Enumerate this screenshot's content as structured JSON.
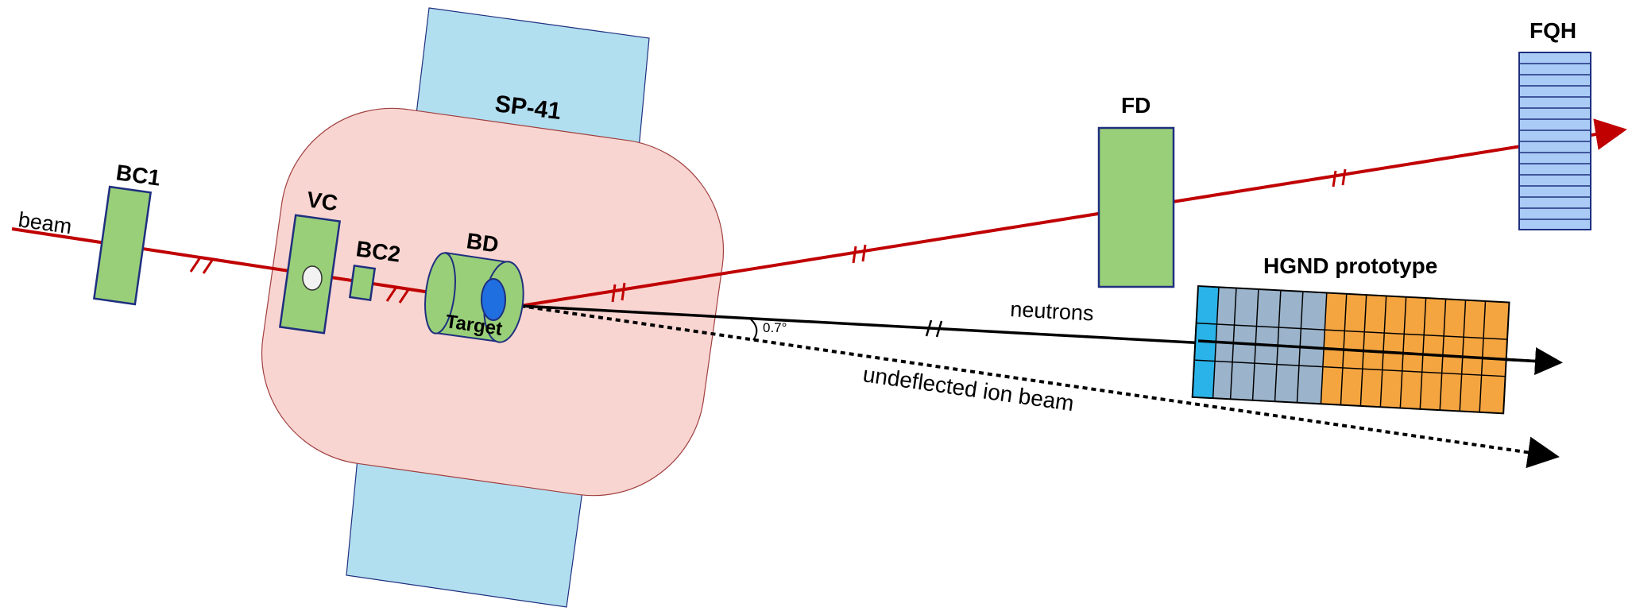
{
  "labels": {
    "beam": "beam",
    "bc1": "BC1",
    "vc": "VC",
    "bc2": "BC2",
    "bd": "BD",
    "target": "Target",
    "sp41": "SP-41",
    "fd": "FD",
    "fqh": "FQH",
    "hgnd": "HGND prototype",
    "neutrons": "neutrons",
    "undeflected": "undeflected ion beam",
    "angle": "0.7°"
  },
  "colors": {
    "magnet_yoke": "#b2dff0",
    "magnet_field": "#f9d5d1",
    "detector_green": "#99cf79",
    "detector_outline": "#1f2f7f",
    "beam_red": "#c00000",
    "target_blue": "#1f6fe0",
    "hgnd_cyan": "#2ab3e8",
    "hgnd_gray": "#9bb4cc",
    "hgnd_orange": "#f5a540",
    "fqh_blue": "#a9cbf5"
  }
}
